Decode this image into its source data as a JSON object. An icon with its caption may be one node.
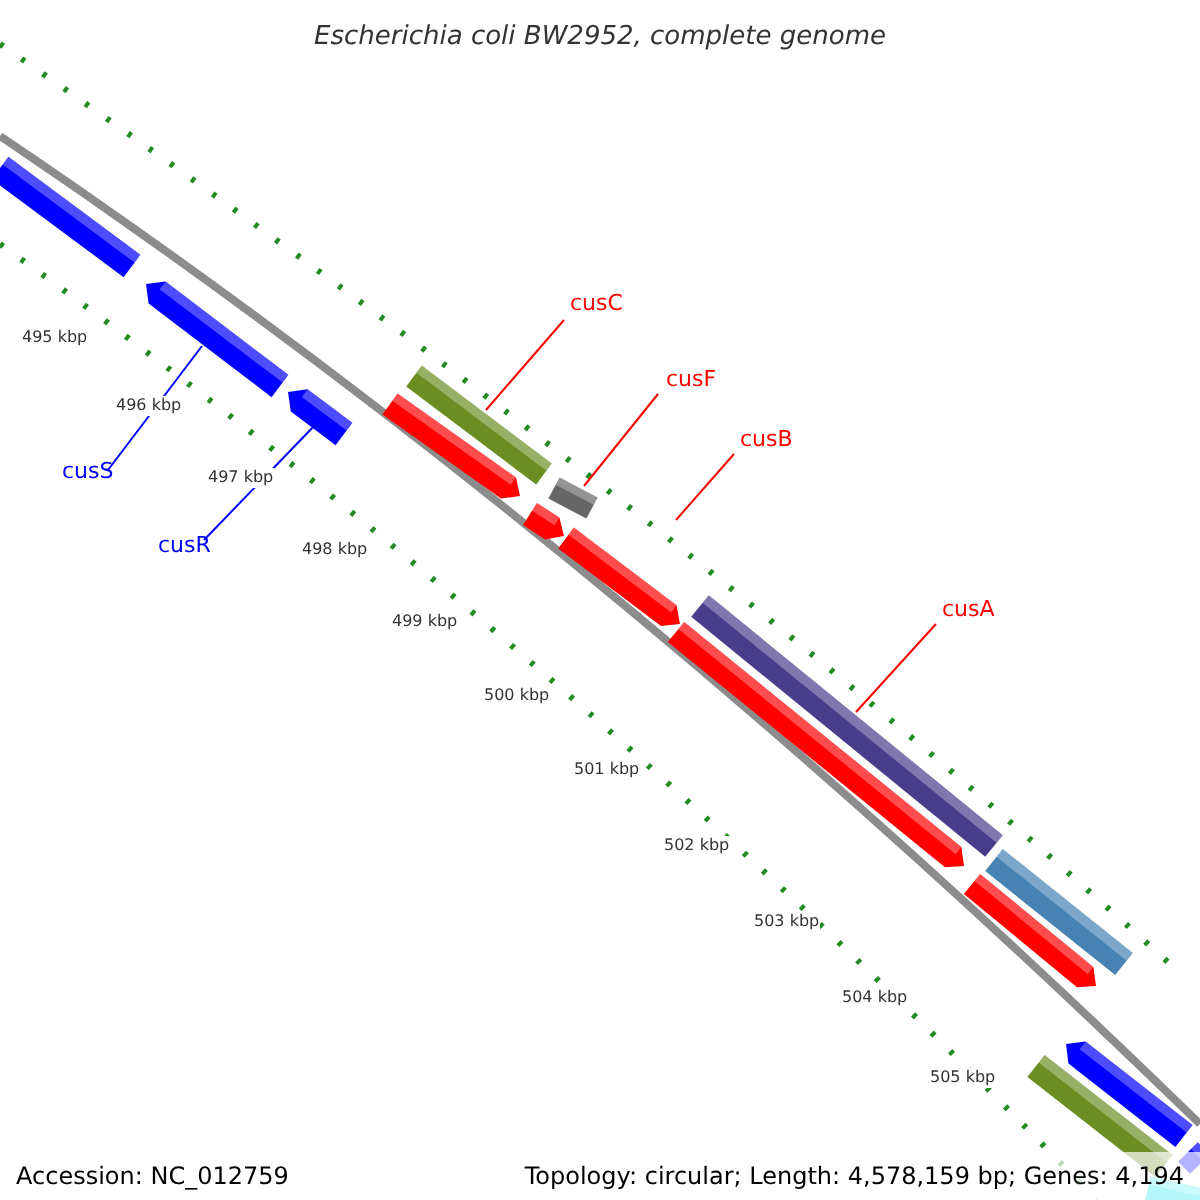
{
  "diagram": {
    "title": "Escherichia coli BW2952, complete genome",
    "nodes": [
      {
        "text": [
          "cusC"
        ]
      },
      {
        "text": [
          "cusF"
        ]
      },
      {
        "text": [
          "cusB"
        ]
      },
      {
        "text": [
          "cusS"
        ]
      },
      {
        "text": [
          "cusR"
        ]
      },
      {
        "text": [
          "cusA"
        ]
      },
      {
        "text": [],
        "shape": "bar"
      },
      {
        "text": [],
        "shape": "arrow"
      },
      {
        "text": [],
        "shape": "arrow"
      },
      {
        "text": [],
        "shape": "arrow"
      },
      {
        "text": [],
        "shape": "bar"
      },
      {
        "text": [],
        "shape": "arrow"
      },
      {
        "text": [],
        "shape": "bar"
      },
      {
        "text": [],
        "shape": "arrow"
      },
      {
        "text": [],
        "shape": "bar"
      },
      {
        "text": [],
        "shape": "arrow"
      },
      {
        "text": [],
        "shape": "bar"
      },
      {
        "text": [],
        "shape": "arrow"
      },
      {
        "text": [],
        "shape": "arrow"
      },
      {
        "text": [],
        "shape": "bar"
      },
      {
        "text": [],
        "shape": "bar"
      },
      {
        "text": [],
        "shape": "bar"
      }
    ],
    "edges": [
      {
        "from": 0,
        "to": 10,
        "arrow": "none"
      },
      {
        "from": 1,
        "to": 12,
        "arrow": "none"
      },
      {
        "from": 2,
        "to": null,
        "arrow": "none"
      },
      {
        "from": 3,
        "to": 7,
        "arrow": "none",
        "color": "#0000ff"
      },
      {
        "from": 4,
        "to": 8,
        "arrow": "none",
        "color": "#0000ff"
      },
      {
        "from": 5,
        "to": 14,
        "arrow": "none"
      }
    ],
    "labels": [
      "495 kbp",
      "496 kbp",
      "497 kbp",
      "498 kbp",
      "499 kbp",
      "500 kbp",
      "501 kbp",
      "502 kbp",
      "503 kbp",
      "504 kbp",
      "505 kbp",
      "Accession: NC_012759",
      "Topology: circular; Length: 4,578,159 bp; Genes: 4,194"
    ]
  }
}
